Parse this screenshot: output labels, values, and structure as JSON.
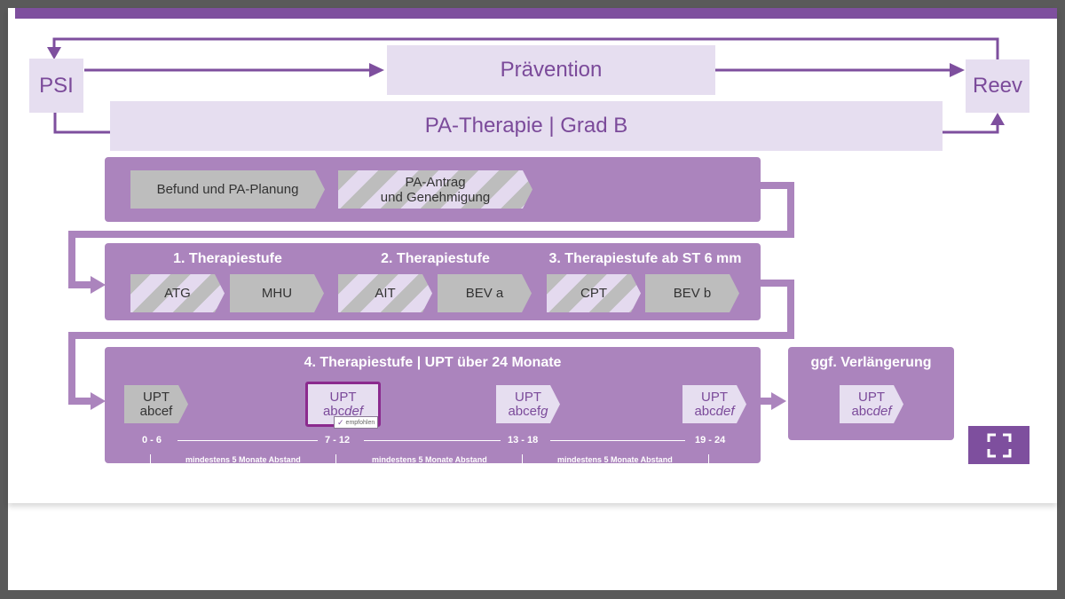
{
  "diagram": {
    "left_label": "PSI",
    "right_label": "Reev",
    "praevention": "Prävention",
    "therapy_banner": "PA-Therapie | Grad B",
    "planning": {
      "step1": "Befund und PA-Planung",
      "step2_line1": "PA-Antrag",
      "step2_line2": "und Genehmigung"
    },
    "stages": {
      "stage1_title": "1. Therapiestufe",
      "stage2_title": "2. Therapiestufe",
      "stage3_title": "3. Therapiestufe ab ST 6 mm",
      "items": [
        "ATG",
        "MHU",
        "AIT",
        "BEV a",
        "CPT",
        "BEV b"
      ]
    },
    "upt": {
      "title": "4. Therapiestufe | UPT über 24 Monate",
      "label": "UPT",
      "box1_code": "abcef",
      "box2_code_plain": "abc",
      "box2_code_italic": "def",
      "box3_code_plain": "abcef",
      "box3_code_italic": "g",
      "box4_code_plain": "abc",
      "box4_code_italic": "def",
      "badge": "empfohlen",
      "ticks": [
        "0 - 6",
        "7 - 12",
        "13 - 18",
        "19 - 24"
      ],
      "gap_label": "mindestens 5 Monate Abstand"
    },
    "extension": {
      "title": "ggf. Verlängerung",
      "label": "UPT",
      "code_plain": "abc",
      "code_italic": "def"
    }
  },
  "colors": {
    "accent": "#7e4f9e",
    "panel": "#ab84bd",
    "light": "#e6def0",
    "grey": "#bdbdbd",
    "highlight": "#8b2a8e"
  },
  "icons": {
    "fullscreen": "fullscreen-icon"
  }
}
